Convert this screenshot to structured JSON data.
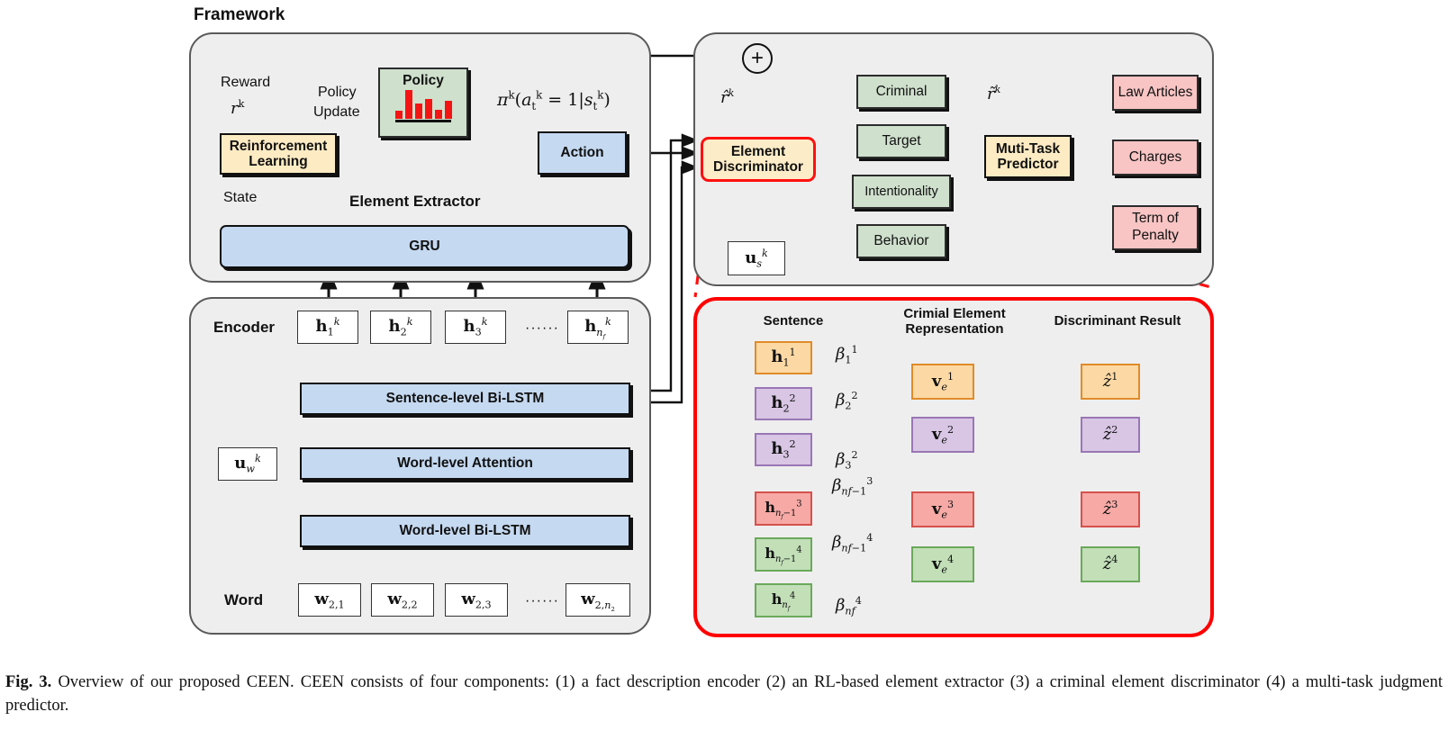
{
  "figure": {
    "title": "Framework",
    "caption_bold": "Fig. 3.",
    "caption_text": "Overview of our proposed CEEN. CEEN consists of four components: (1) a fact description encoder (2) an RL-based element extractor (3) a criminal element discriminator (4) a multi-task judgment predictor."
  },
  "colors": {
    "panel_fill": "#eeeeee",
    "panel_border": "#5a5a5a",
    "accent_red": "#ff0000",
    "blue": "#c5d9f1",
    "yellow": "#fdebc3",
    "green": "#cfe0cd",
    "pink": "#f8c4c4",
    "detail_orange": "#fcd9a4",
    "detail_purple": "#d8c6e4",
    "detail_red": "#f6a9a5",
    "detail_green": "#c2dfb8",
    "policy_bar_red": "#f41414"
  },
  "extractor": {
    "group_label": "Element Extractor",
    "reward_label": "Reward",
    "reward_symbol": "r",
    "reward_sup": "k",
    "policy_update_line1": "Policy",
    "policy_update_line2": "Update",
    "state_label": "State",
    "policy_box": "Policy",
    "policy_bars": [
      9,
      32,
      17,
      22,
      10,
      20
    ],
    "rl_box_line1": "Reinforcement",
    "rl_box_line2": "Learning",
    "action_box": "Action",
    "gru_box": "GRU",
    "pi_expr": "πᵏ(aᵗᵏ = 1|sᵗᵏ)"
  },
  "encoder": {
    "group_label": "Encoder",
    "word_label": "Word",
    "sentence_lstm": "Sentence-level Bi-LSTM",
    "word_attention": "Word-level Attention",
    "word_lstm": "Word-level Bi-LSTM",
    "u_w": "u",
    "u_w_sub": "w",
    "u_w_sup": "k",
    "hidden_states": [
      {
        "base": "h",
        "sub": "1",
        "sup": "k"
      },
      {
        "base": "h",
        "sub": "2",
        "sup": "k"
      },
      {
        "base": "h",
        "sub": "3",
        "sup": "k"
      },
      {
        "base": "h",
        "sub": "n_f",
        "sup": "k"
      }
    ],
    "hidden_ellipsis": "······",
    "words": [
      {
        "base": "w",
        "sub": "2,1"
      },
      {
        "base": "w",
        "sub": "2,2"
      },
      {
        "base": "w",
        "sub": "2,3"
      },
      {
        "base": "w",
        "sub": "2,n₂"
      }
    ],
    "word_ellipsis": "······"
  },
  "discriminator": {
    "box_line1": "Element",
    "box_line2": "Discriminator",
    "r_hat": "r",
    "r_hat_sup": "k",
    "r_tilde": "r",
    "r_tilde_sup": "k",
    "u_s": "u",
    "u_s_sub": "s",
    "u_s_sup": "k",
    "sum_symbol": "⊕",
    "elements": [
      "Criminal",
      "Target",
      "Intentionality",
      "Behavior"
    ],
    "predictor_line1": "Muti-Task",
    "predictor_line2": "Predictor",
    "outputs": [
      "Law Articles",
      "Charges",
      "Term of Penalty"
    ]
  },
  "detail": {
    "col_headers": [
      {
        "line1": "Sentence",
        "line2": ""
      },
      {
        "line1": "Crimial Element",
        "line2": "Representation"
      },
      {
        "line1": "Discriminant Result",
        "line2": ""
      }
    ],
    "rows": [
      {
        "group": 1,
        "color": "orange",
        "sentences": [
          {
            "base": "h",
            "sub": "1",
            "sup": "1"
          }
        ],
        "betas": [
          {
            "sub": "1",
            "sup": "1"
          }
        ],
        "vector": {
          "base": "v",
          "sub": "e",
          "sup": "1"
        },
        "result": {
          "base": "z",
          "sup": "1"
        }
      },
      {
        "group": 2,
        "color": "purple",
        "sentences": [
          {
            "base": "h",
            "sub": "2",
            "sup": "2"
          },
          {
            "base": "h",
            "sub": "3",
            "sup": "2"
          }
        ],
        "betas": [
          {
            "sub": "2",
            "sup": "2"
          },
          {
            "sub": "3",
            "sup": "2"
          }
        ],
        "vector": {
          "base": "v",
          "sub": "e",
          "sup": "2"
        },
        "result": {
          "base": "z",
          "sup": "2"
        }
      },
      {
        "group": 3,
        "color": "red",
        "sentences": [
          {
            "base": "h",
            "sub": "n_f-1",
            "sup": "3"
          }
        ],
        "betas": [
          {
            "sub": "nf-1",
            "sup": "3"
          }
        ],
        "vector": {
          "base": "v",
          "sub": "e",
          "sup": "3"
        },
        "result": {
          "base": "z",
          "sup": "3"
        }
      },
      {
        "group": 4,
        "color": "green",
        "sentences": [
          {
            "base": "h",
            "sub": "n_f-1",
            "sup": "4"
          },
          {
            "base": "h",
            "sub": "n_f",
            "sup": "4"
          }
        ],
        "betas": [
          {
            "sub": "nf-1",
            "sup": "4"
          },
          {
            "sub": "nf",
            "sup": "4"
          }
        ],
        "vector": {
          "base": "v",
          "sub": "e",
          "sup": "4"
        },
        "result": {
          "base": "z",
          "sup": "4"
        }
      }
    ]
  }
}
